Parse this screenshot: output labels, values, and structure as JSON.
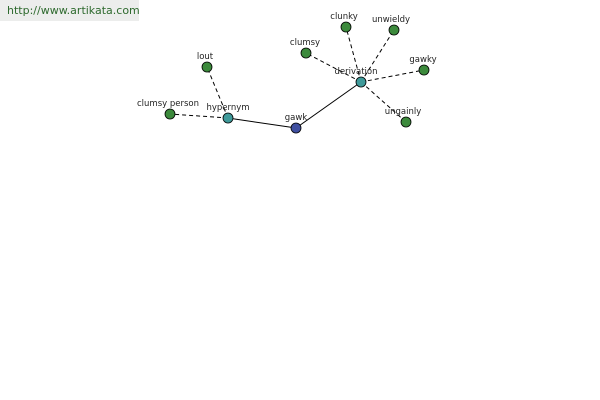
{
  "source": {
    "text": "http://www.artikata.com"
  },
  "colors": {
    "root_node": "#3f4fa0",
    "relation_node": "#3f9a9a",
    "word_node": "#3c8a3c",
    "link_text": "#2e6a2e",
    "link_background": "#ecedec"
  },
  "graph": {
    "nodes": [
      {
        "id": "gawk",
        "label": "gawk",
        "kind": "root"
      },
      {
        "id": "hypernym",
        "label": "hypernym",
        "kind": "relation"
      },
      {
        "id": "derivation",
        "label": "derivation",
        "kind": "relation"
      },
      {
        "id": "lout",
        "label": "lout",
        "kind": "word"
      },
      {
        "id": "clumsy-person",
        "label": "clumsy person",
        "kind": "word"
      },
      {
        "id": "clumsy",
        "label": "clumsy",
        "kind": "word"
      },
      {
        "id": "clunky",
        "label": "clunky",
        "kind": "word"
      },
      {
        "id": "unwieldy",
        "label": "unwieldy",
        "kind": "word"
      },
      {
        "id": "gawky",
        "label": "gawky",
        "kind": "word"
      },
      {
        "id": "ungainly",
        "label": "ungainly",
        "kind": "word"
      }
    ],
    "edges": [
      {
        "from": "gawk",
        "to": "hypernym",
        "style": "solid"
      },
      {
        "from": "gawk",
        "to": "derivation",
        "style": "solid"
      },
      {
        "from": "hypernym",
        "to": "lout",
        "style": "dashed"
      },
      {
        "from": "hypernym",
        "to": "clumsy-person",
        "style": "dashed"
      },
      {
        "from": "derivation",
        "to": "clumsy",
        "style": "dashed"
      },
      {
        "from": "derivation",
        "to": "clunky",
        "style": "dashed"
      },
      {
        "from": "derivation",
        "to": "unwieldy",
        "style": "dashed"
      },
      {
        "from": "derivation",
        "to": "gawky",
        "style": "dashed"
      },
      {
        "from": "derivation",
        "to": "ungainly",
        "style": "dashed"
      }
    ]
  }
}
